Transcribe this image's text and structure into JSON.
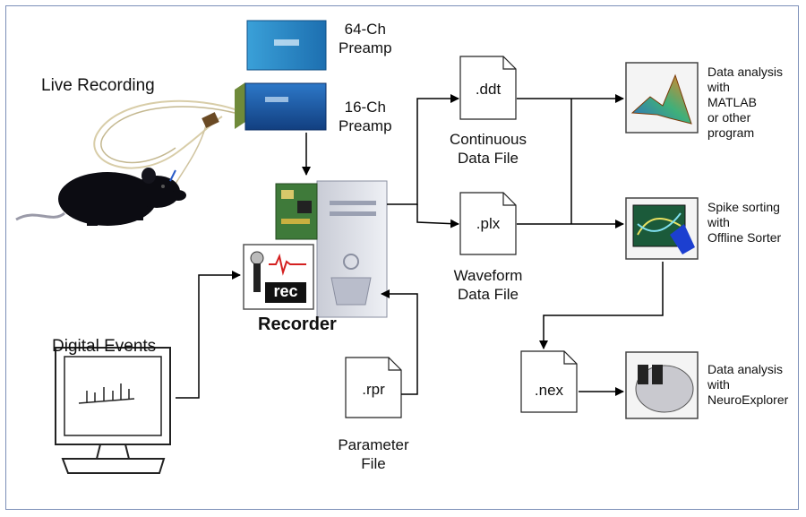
{
  "preamp64": {
    "line1": "64-Ch",
    "line2": "Preamp"
  },
  "preamp16": {
    "line1": "16-Ch",
    "line2": "Preamp"
  },
  "live_recording": "Live Recording",
  "recorder": {
    "label": "Recorder",
    "icon_text": "rec"
  },
  "digital_events": "Digital Events",
  "files": {
    "ddt": {
      "ext": ".ddt",
      "line1": "Continuous",
      "line2": "Data File"
    },
    "plx": {
      "ext": ".plx",
      "line1": "Waveform",
      "line2": "Data File"
    },
    "rpr": {
      "ext": ".rpr",
      "line1": "Parameter",
      "line2": "File"
    },
    "nex": {
      "ext": ".nex"
    }
  },
  "matlab": {
    "lines": [
      "Data analysis",
      "with",
      "MATLAB",
      "or other",
      "program"
    ]
  },
  "sorter": {
    "lines": [
      "Spike sorting",
      "with",
      "Offline Sorter"
    ]
  },
  "neuroexplorer": {
    "lines": [
      "Data analysis",
      "with",
      "NeuroExplorer"
    ]
  },
  "colors": {
    "preamp_blue": "#1f5fa8",
    "preamp_teal": "#2a8fc4",
    "rec_red": "#d42020",
    "matlab_orange": "#e8741c"
  }
}
